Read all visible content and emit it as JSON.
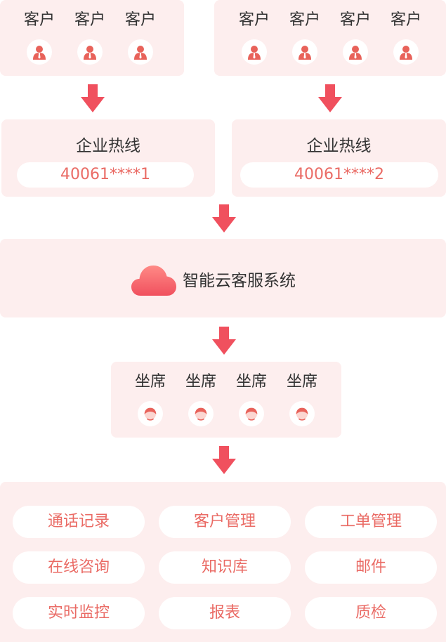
{
  "colors": {
    "accent": "#f0505e",
    "text_accent": "#ea6b65",
    "panel": "#fdeeee"
  },
  "customers_left": [
    "客户",
    "客户",
    "客户"
  ],
  "customers_right": [
    "客户",
    "客户",
    "客户",
    "客户"
  ],
  "hotlines": [
    {
      "title": "企业热线",
      "number": "40061****1"
    },
    {
      "title": "企业热线",
      "number": "40061****2"
    }
  ],
  "system": {
    "title": "智能云客服系统",
    "icon": "cloud-icon"
  },
  "agents": [
    "坐席",
    "坐席",
    "坐席",
    "坐席"
  ],
  "features": [
    "通话记录",
    "客户管理",
    "工单管理",
    "在线咨询",
    "知识库",
    "邮件",
    "实时监控",
    "报表",
    "质检"
  ]
}
